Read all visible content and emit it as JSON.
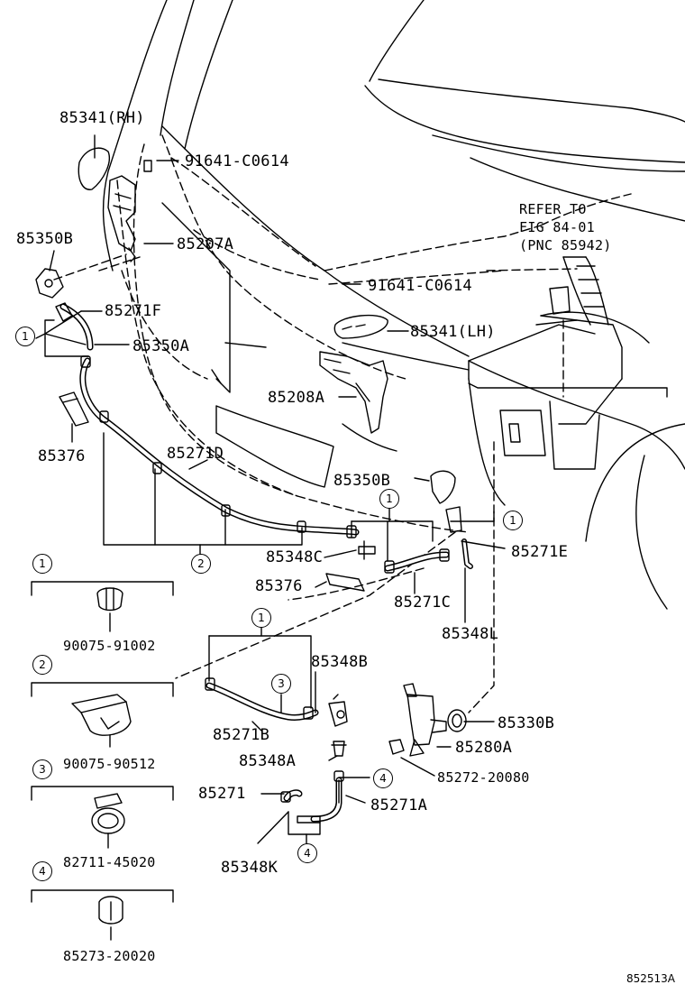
{
  "labels": {
    "p85341_rh": "85341(RH)",
    "p91641_c0614_a": "91641-C0614",
    "p85350b_a": "85350B",
    "p85207a": "85207A",
    "refer1": "REFER TO",
    "refer2": "FIG 84-01",
    "refer3": "(PNC 85942)",
    "p91641_c0614_b": "91641-C0614",
    "p85271f": "85271F",
    "p85350a": "85350A",
    "p85341_lh": "85341(LH)",
    "p85208a": "85208A",
    "p85376_a": "85376",
    "p85271d": "85271D",
    "p85350b_b": "85350B",
    "p85271e": "85271E",
    "p85348c": "85348C",
    "p85376_b": "85376",
    "p85271c": "85271C",
    "p85348l": "85348L",
    "p85348b": "85348B",
    "p85271b": "85271B",
    "p85330b": "85330B",
    "p85280a": "85280A",
    "p85348a": "85348A",
    "p85272_20080": "85272-20080",
    "p85271": "85271",
    "p85271a": "85271A",
    "p85348k": "85348K",
    "legend_90075_91002": "90075-91002",
    "legend_90075_90512": "90075-90512",
    "legend_82711_45020": "82711-45020",
    "legend_85273_20020": "85273-20020",
    "diagram_code": "852513A"
  },
  "markers": {
    "one": "1",
    "two": "2",
    "three": "3",
    "four": "4"
  }
}
